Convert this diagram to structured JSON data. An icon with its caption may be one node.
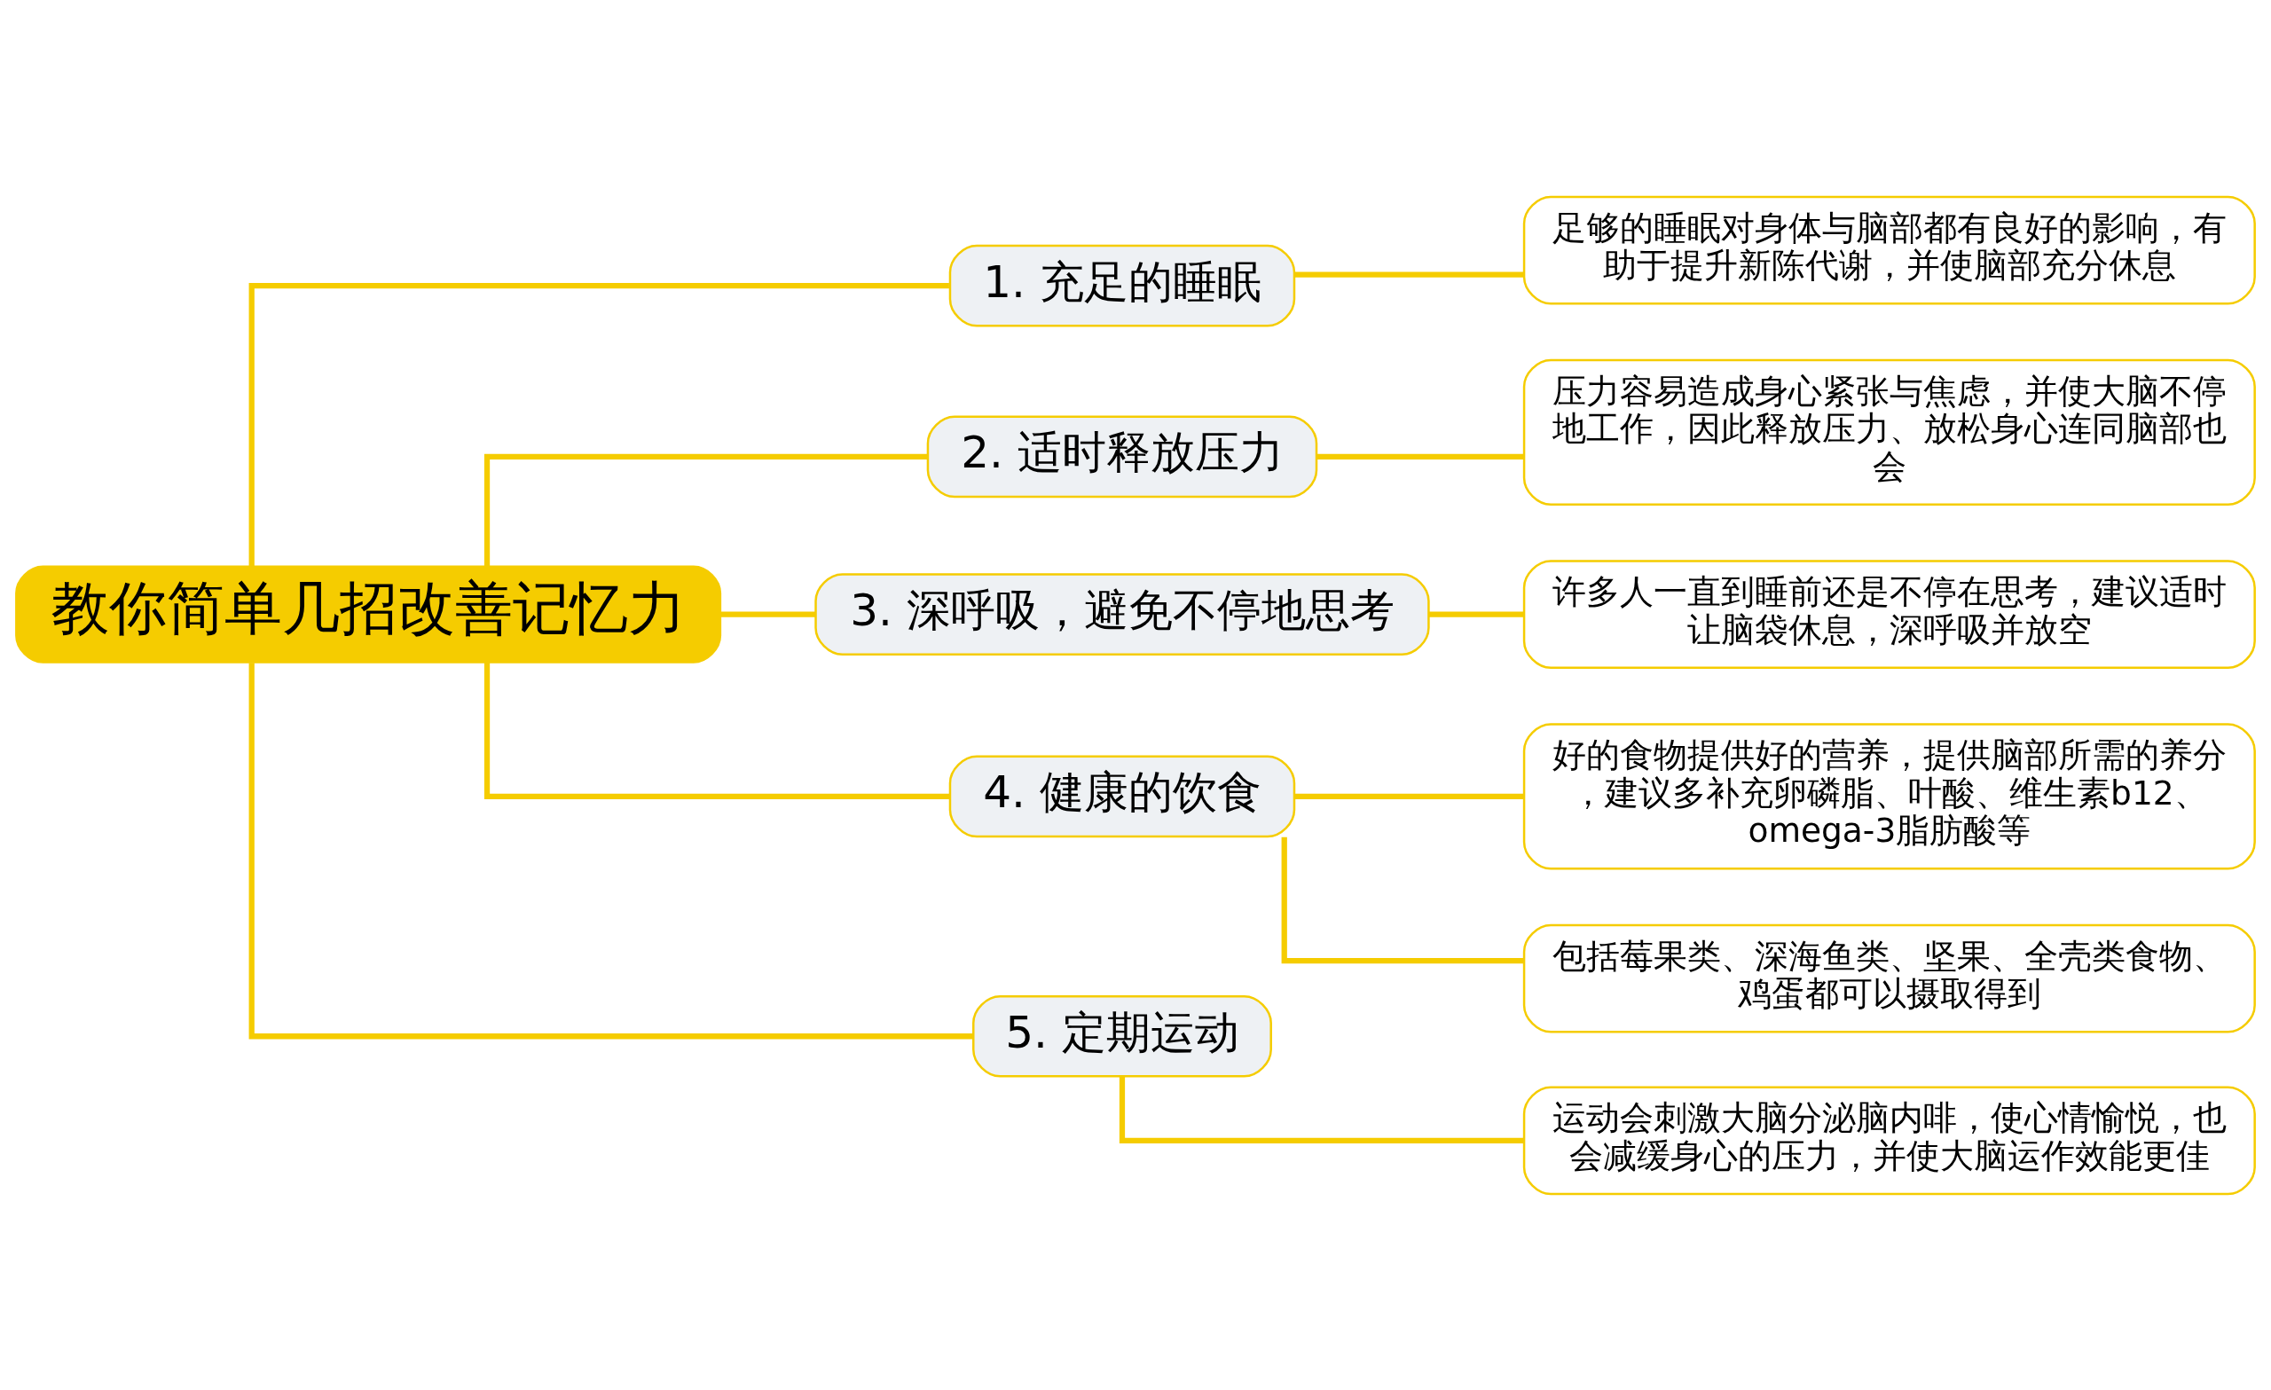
{
  "diagram": {
    "nodes": [
      {
        "text": [
          "教你简单几招改善记忆力"
        ]
      },
      {
        "text": [
          "1. 充足的睡眠"
        ]
      },
      {
        "text": [
          "足够的睡眠对身体与脑部都有良好的影响，有助于提升新陈代谢，并使脑部充分休息"
        ]
      },
      {
        "text": [
          "2. 适时释放压力"
        ]
      },
      {
        "text": [
          "压力容易造成身心紧张与焦虑，并使大脑不停地工作，因此释放压力、放松身心连同脑部也会"
        ]
      },
      {
        "text": [
          "3. 深呼吸，避免不停地思考"
        ]
      },
      {
        "text": [
          "许多人一直到睡前还是不停在思考，建议适时让脑袋休息，深呼吸并放空"
        ]
      },
      {
        "text": [
          "4. 健康的饮食"
        ]
      },
      {
        "text": [
          "好的食物提供好的营养，提供脑部所需的养分，建议多补充卵磷脂、叶酸、维生素b12、omega-3脂肪酸等"
        ]
      },
      {
        "text": [
          "包括莓果类、深海鱼类、坚果、全壳类食物、鸡蛋都可以摄取得到"
        ]
      },
      {
        "text": [
          "5. 定期运动"
        ]
      },
      {
        "text": [
          "运动会刺激大脑分泌脑内啡，使心情愉悦，也会减缓身心的压力，并使大脑运作效能更佳"
        ]
      }
    ],
    "edges": [
      {
        "from": 0,
        "to": 1,
        "arrow": "none"
      },
      {
        "from": 1,
        "to": 2,
        "arrow": "none"
      },
      {
        "from": 0,
        "to": 3,
        "arrow": "none"
      },
      {
        "from": 3,
        "to": 4,
        "arrow": "none"
      },
      {
        "from": 0,
        "to": 5,
        "arrow": "none"
      },
      {
        "from": 5,
        "to": 6,
        "arrow": "none"
      },
      {
        "from": 0,
        "to": 7,
        "arrow": "none"
      },
      {
        "from": 7,
        "to": 8,
        "arrow": "none"
      },
      {
        "from": 7,
        "to": 9,
        "arrow": "none"
      },
      {
        "from": 0,
        "to": 10,
        "arrow": "none"
      },
      {
        "from": 10,
        "to": 11,
        "arrow": "none"
      }
    ]
  }
}
